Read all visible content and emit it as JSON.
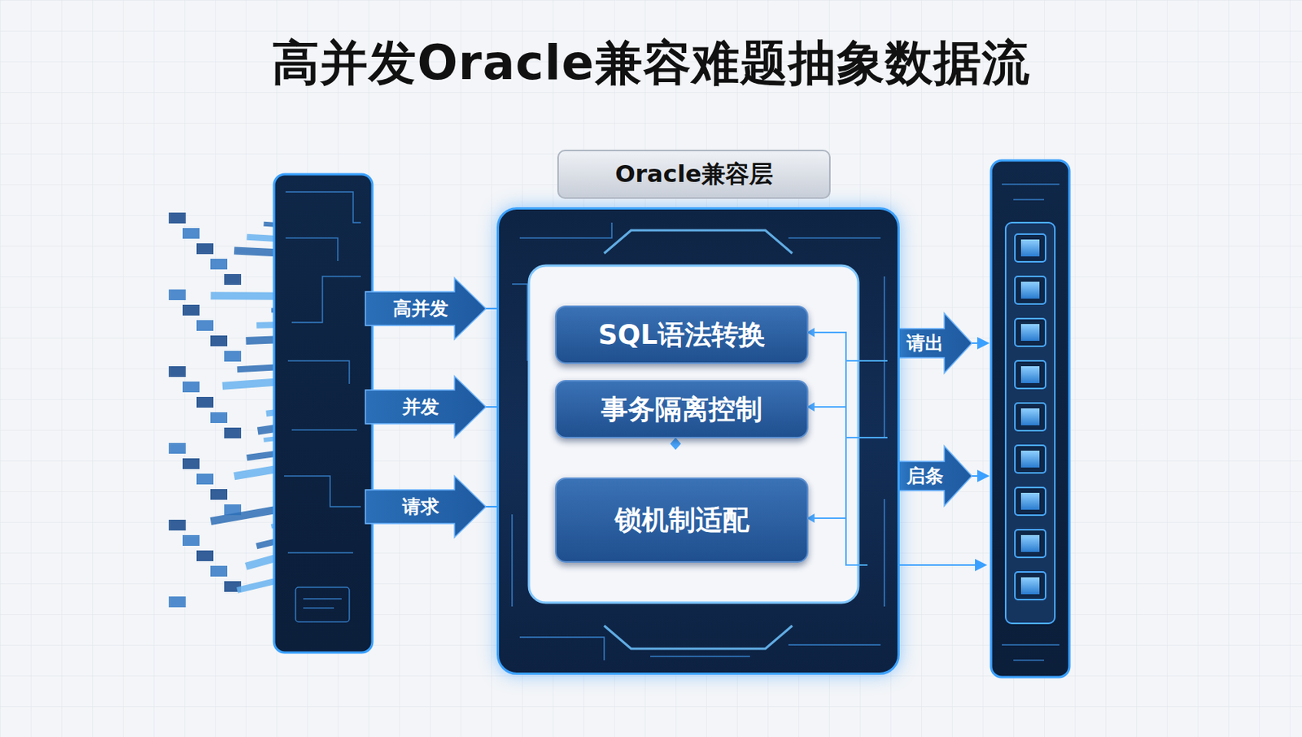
{
  "diagram": {
    "title": "高并发Oracle兼容难题抽象数据流",
    "nodes": [
      {
        "text": [
          "Oracle兼容层"
        ]
      },
      {
        "text": [
          "SQL语法转换"
        ],
        "in": 0
      },
      {
        "text": [
          "事务隔离控制"
        ],
        "in": 0
      },
      {
        "text": [
          "锁机制适配"
        ],
        "in": 0
      }
    ],
    "labels": [
      "高并发",
      "并发",
      "请求",
      "请出",
      "启条"
    ]
  }
}
